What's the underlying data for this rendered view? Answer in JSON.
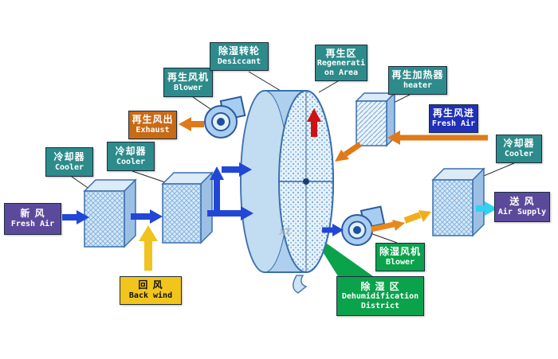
{
  "watermark": "xt",
  "colors": {
    "label_teal": "#2e8b8b",
    "label_purple": "#5b4a9b",
    "label_orange": "#c96a15",
    "label_yellow": "#f2c51d",
    "label_green": "#0ba24c",
    "label_blue": "#2030b8",
    "arrow_blue": "#2247d6",
    "arrow_orange": "#df7a18",
    "arrow_yellow": "#f1c31f",
    "arrow_red": "#cf1111",
    "arrow_cyan": "#2ed3ef",
    "component_fill": "#aed0ee"
  },
  "labels": {
    "fresh_air_left": {
      "line1": "新 风",
      "line2": "Fresh Air"
    },
    "cooler_1": {
      "line1": "冷却器",
      "line2": "Cooler"
    },
    "cooler_2": {
      "line1": "冷却器",
      "line2": "Cooler"
    },
    "regen_blower": {
      "line1": "再生风机",
      "line2": "Blower"
    },
    "exhaust": {
      "line1": "再生风出",
      "line2": "Exhaust"
    },
    "desiccant": {
      "line1": "除湿转轮",
      "line2": "Desiccant"
    },
    "regen_area": {
      "line1": "再生区",
      "line2": "Regenerati",
      "line3": "on Area"
    },
    "heater": {
      "line1": "再生加热器",
      "line2": "heater"
    },
    "regen_fresh_air": {
      "line1": "再生风进",
      "line2": "Fresh Air"
    },
    "cooler_3": {
      "line1": "冷却器",
      "line2": "Cooler"
    },
    "air_supply": {
      "line1": "送 风",
      "line2": "Air Supply"
    },
    "dehumid_blower": {
      "line1": "除湿风机",
      "line2": "Blower"
    },
    "dehumid_district": {
      "line1": "除 湿 区",
      "line2": "Dehumidification",
      "line3": "District"
    },
    "back_wind": {
      "line1": "回 风",
      "line2": "Back wind"
    }
  }
}
